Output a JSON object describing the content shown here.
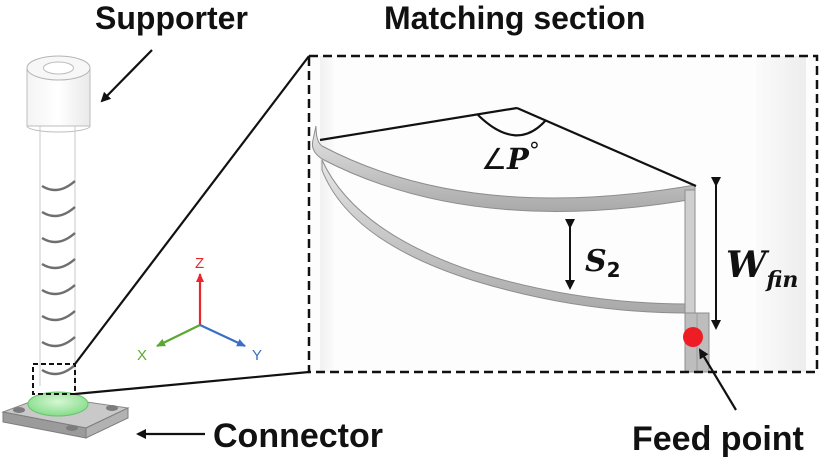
{
  "labels": {
    "supporter": "Supporter",
    "matching_section": "Matching section",
    "connector": "Connector",
    "feed_point": "Feed point"
  },
  "dimensions": {
    "angle_symbol": "∠",
    "angle_var": "P",
    "angle_unit": "°",
    "s2_main": "S",
    "s2_sub": "2",
    "wfin_main": "W",
    "wfin_sub": "fin"
  },
  "axes": {
    "z": "Z",
    "x": "X",
    "y": "Y"
  },
  "colors": {
    "axis_z": "#e8262b",
    "axis_x": "#5aa832",
    "axis_y": "#3a6fc4",
    "feed_point": "#ee1c24",
    "connector_disc": "#9fe6a0"
  }
}
